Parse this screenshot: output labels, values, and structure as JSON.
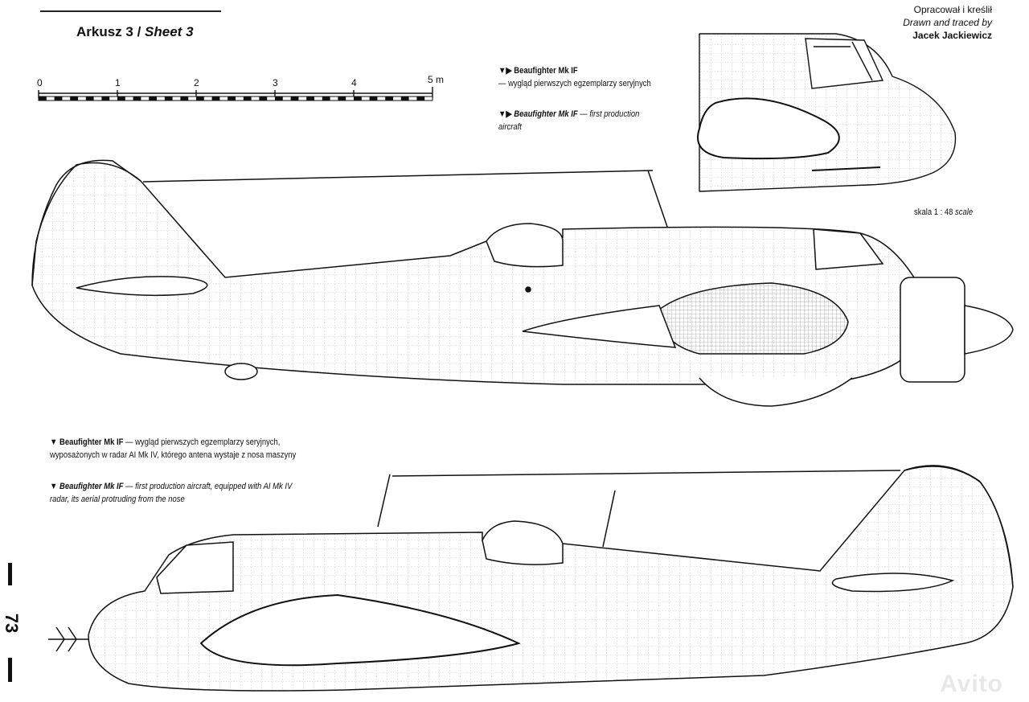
{
  "sheet": {
    "label_pl": "Arkusz 3 /",
    "label_en": "Sheet 3"
  },
  "credits": {
    "line1": "Opracował i kreślił",
    "line2": "Drawn and traced by",
    "author": "Jacek Jackiewicz"
  },
  "scale_bar": {
    "ticks": [
      "0",
      "1",
      "2",
      "3",
      "4",
      "5 m"
    ]
  },
  "caption_top": {
    "markers": "▼▶",
    "title": "Beaufighter Mk IF",
    "pl_text": "— wygląd pierwszych egzemplarzy seryjnych",
    "en_title": "Beaufighter Mk IF",
    "en_text1": "— first production",
    "en_text2": "aircraft"
  },
  "scale_note": {
    "pl": "skala 1 : 48",
    "en": "scale"
  },
  "caption_bottom": {
    "marker": "▼",
    "title": "Beaufighter Mk IF",
    "pl_line1": "— wygląd pierwszych egzemplarzy seryjnych,",
    "pl_line2": "wyposażonych w radar AI Mk IV, którego antena wystaje z nosa maszyny",
    "en_title": "Beaufighter Mk IF",
    "en_line1": "— first production aircraft, equipped with AI Mk IV",
    "en_line2": "radar, its aerial protruding from the nose"
  },
  "page_number": "73",
  "watermark": "Avito",
  "colors": {
    "ink": "#111111",
    "paper": "#ffffff"
  }
}
